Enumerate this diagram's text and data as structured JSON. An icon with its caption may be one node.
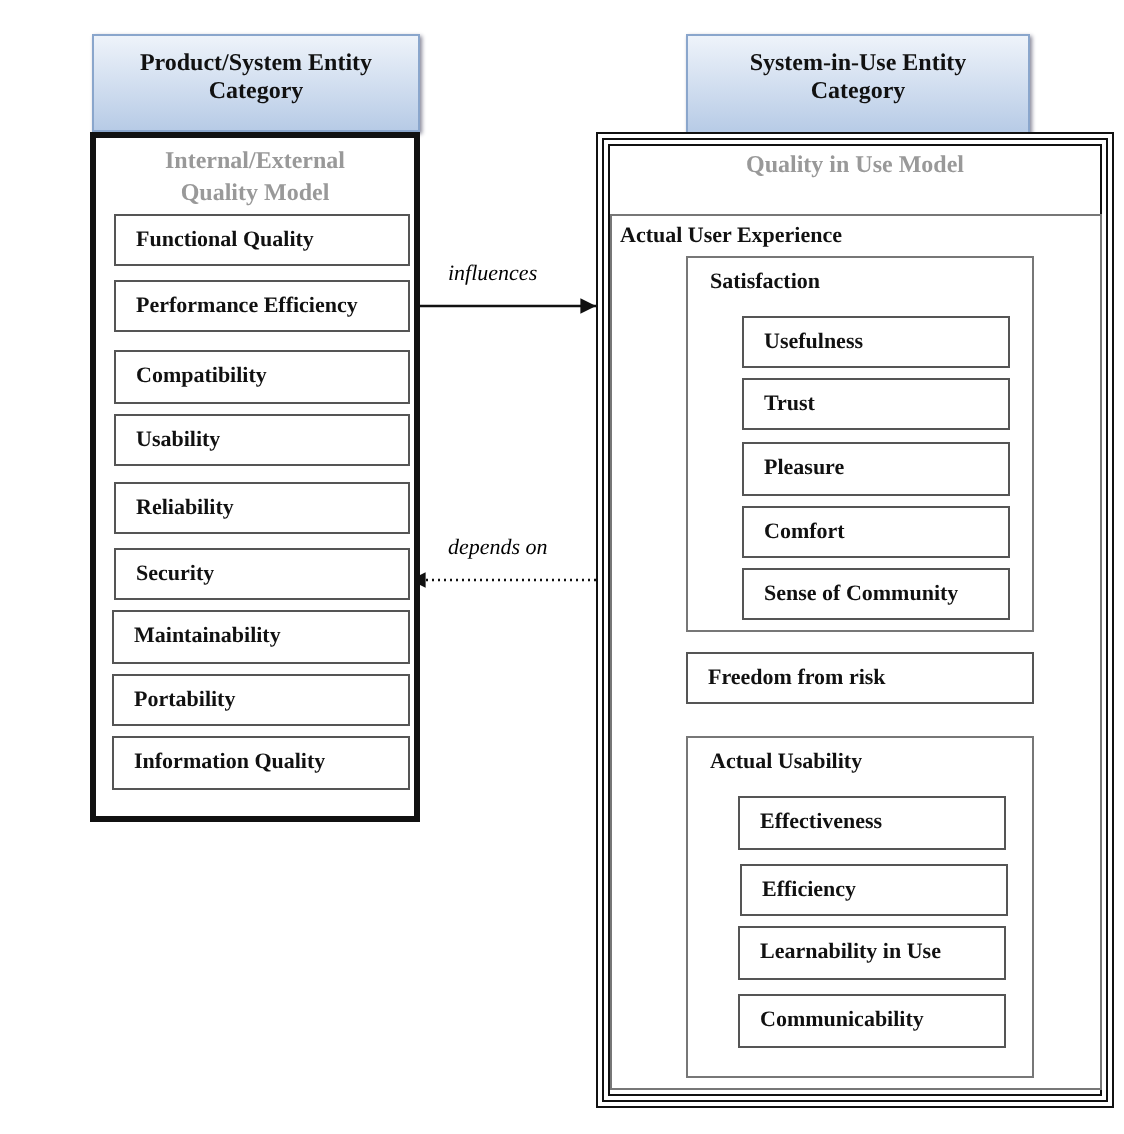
{
  "diagram": {
    "nodes": [
      {
        "text": [
          "Product/System Entity Category"
        ]
      },
      {
        "text": [
          "Internal/External Quality Model"
        ]
      },
      {
        "text": [
          "Functional Quality"
        ],
        "in": 1
      },
      {
        "text": [
          "Performance Efficiency"
        ],
        "in": 1
      },
      {
        "text": [
          "Compatibility"
        ],
        "in": 1
      },
      {
        "text": [
          "Usability"
        ],
        "in": 1
      },
      {
        "text": [
          "Reliability"
        ],
        "in": 1
      },
      {
        "text": [
          "Security"
        ],
        "in": 1
      },
      {
        "text": [
          "Maintainability"
        ],
        "in": 1
      },
      {
        "text": [
          "Portability"
        ],
        "in": 1
      },
      {
        "text": [
          "Information Quality"
        ],
        "in": 1
      },
      {
        "text": [
          "System-in-Use Entity Category"
        ]
      },
      {
        "text": [
          "Quality in Use Model"
        ]
      },
      {
        "text": [
          "Actual User Experience"
        ],
        "in": 12
      },
      {
        "text": [
          "Satisfaction"
        ],
        "in": 13
      },
      {
        "text": [
          "Usefulness"
        ],
        "in": 14
      },
      {
        "text": [
          "Trust"
        ],
        "in": 14
      },
      {
        "text": [
          "Pleasure"
        ],
        "in": 14
      },
      {
        "text": [
          "Comfort"
        ],
        "in": 14
      },
      {
        "text": [
          "Sense of Community"
        ],
        "in": 14
      },
      {
        "text": [
          "Freedom from risk"
        ],
        "in": 13
      },
      {
        "text": [
          "Actual Usability"
        ],
        "in": 13
      },
      {
        "text": [
          "Effectiveness"
        ],
        "in": 21
      },
      {
        "text": [
          "Efficiency"
        ],
        "in": 21
      },
      {
        "text": [
          "Learnability in Use"
        ],
        "in": 21
      },
      {
        "text": [
          "Communicability"
        ],
        "in": 21
      }
    ],
    "edges": [
      {
        "from": 3,
        "to": 12,
        "arrow": "to",
        "label": "influences"
      },
      {
        "from": 12,
        "to": 7,
        "arrow": "to",
        "label": "depends on",
        "style": "dashed"
      }
    ]
  }
}
